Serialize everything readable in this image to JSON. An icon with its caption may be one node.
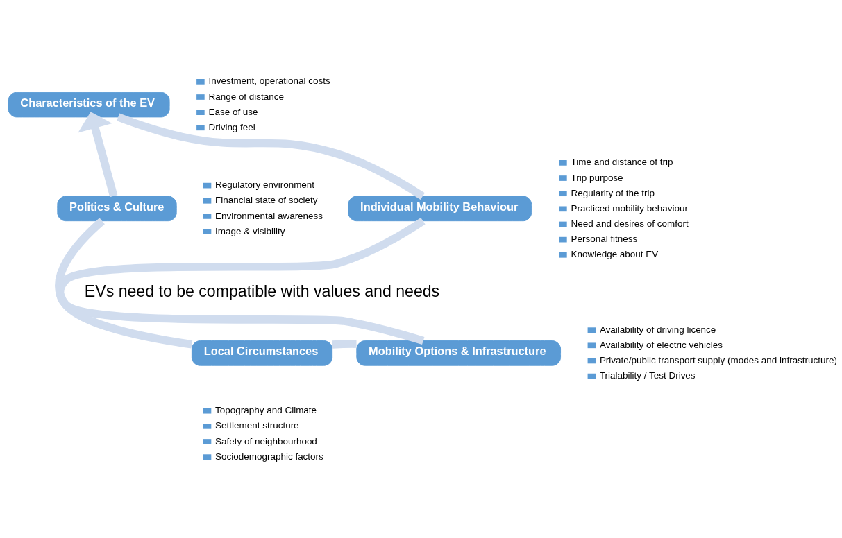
{
  "diagram": {
    "nodes": [
      {
        "text": [
          "Characteristics of the EV"
        ],
        "beside": [
          "Investment, operational costs",
          "Range of distance",
          "Ease of use",
          "Driving feel"
        ]
      },
      {
        "text": [
          "Individual Mobility Behaviour"
        ],
        "beside": [
          "Time and distance of trip",
          "Trip purpose",
          "Regularity of the trip",
          "Practiced mobility behaviour",
          "Need and desires of comfort",
          "Personal fitness",
          "Knowledge about EV"
        ]
      },
      {
        "text": [
          "Mobility Options & Infrastructure"
        ],
        "beside": [
          "Availability of driving licence",
          "Availability of electric vehicles",
          "Private/public transport supply (modes and infrastructure)",
          "Trialability / Test Drives"
        ]
      },
      {
        "text": [
          "Local Circumstances"
        ],
        "beside": [
          "Topography and Climate",
          "Settlement structure",
          "Safety of neighbourhood",
          "Sociodemographic factors"
        ]
      },
      {
        "text": [
          "Politics & Culture"
        ],
        "beside": [
          "Regulatory environment",
          "Financial state of society",
          "Environmental awareness",
          "Image & visibility"
        ]
      }
    ],
    "edges": [
      {
        "from": 0,
        "to": 1,
        "arrow": "none"
      },
      {
        "from": 1,
        "to": 2,
        "arrow": "none"
      },
      {
        "from": 2,
        "to": 3,
        "arrow": "none"
      },
      {
        "from": 3,
        "to": 4,
        "arrow": "none"
      },
      {
        "from": 4,
        "to": 0,
        "arrow": "to"
      }
    ],
    "labels": [
      "EVs need to be compatible with values and needs"
    ]
  }
}
